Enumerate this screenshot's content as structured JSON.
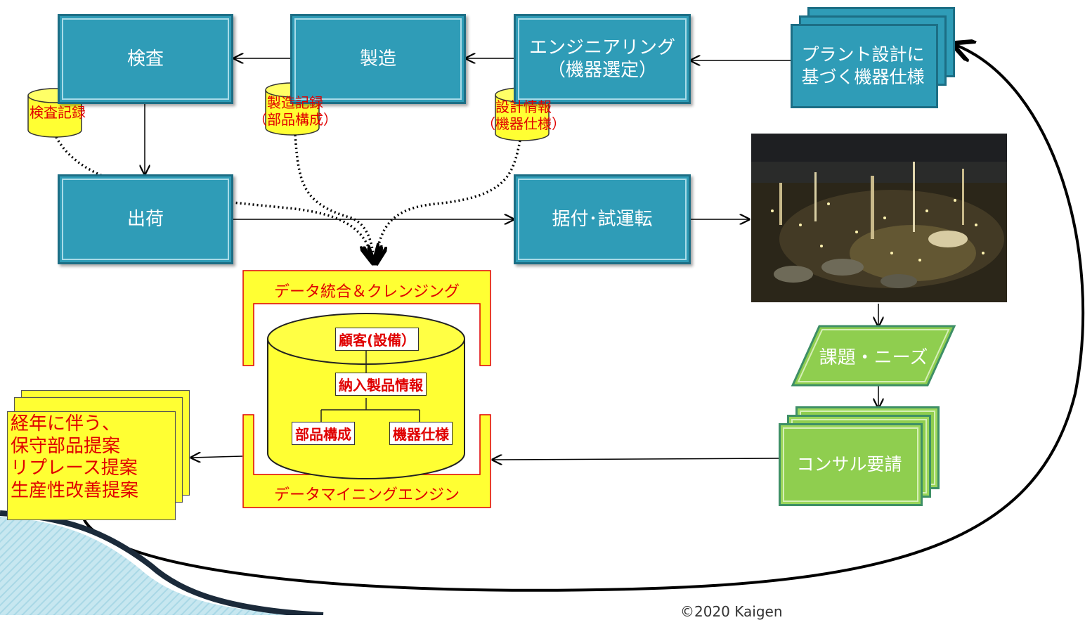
{
  "flow": {
    "inspection": "検査",
    "manufacturing": "製造",
    "engineering": "エンジニアリング\n（機器選定）",
    "plant_spec": "プラント設計に\n基づく機器仕様",
    "shipping": "出荷",
    "installation": "据付･試運転",
    "issues": "課題・ニーズ",
    "consult": "コンサル要請"
  },
  "records": {
    "inspection_record": "検査記録",
    "manufacturing_record": "製造記録\n（部品構成）",
    "design_info": "設計情報\n（機器仕様）"
  },
  "engine": {
    "top_label": "データ統合＆クレンジング",
    "bottom_label": "データマイニングエンジン",
    "customer": "顧客(設備）",
    "delivered_product": "納入製品情報",
    "parts": "部品構成",
    "equipment_spec": "機器仕様"
  },
  "proposals": {
    "text": "経年に伴う、\n保守部品提案\nリプレース提案\n生産性改善提案"
  },
  "footer": {
    "copyright": "©2020 Kaigen"
  },
  "colors": {
    "process_box": "#2f9cb7",
    "process_border": "#1c6e85",
    "green_box": "#8fce4f",
    "yellow": "#ffff33",
    "red_text": "#e00000"
  }
}
